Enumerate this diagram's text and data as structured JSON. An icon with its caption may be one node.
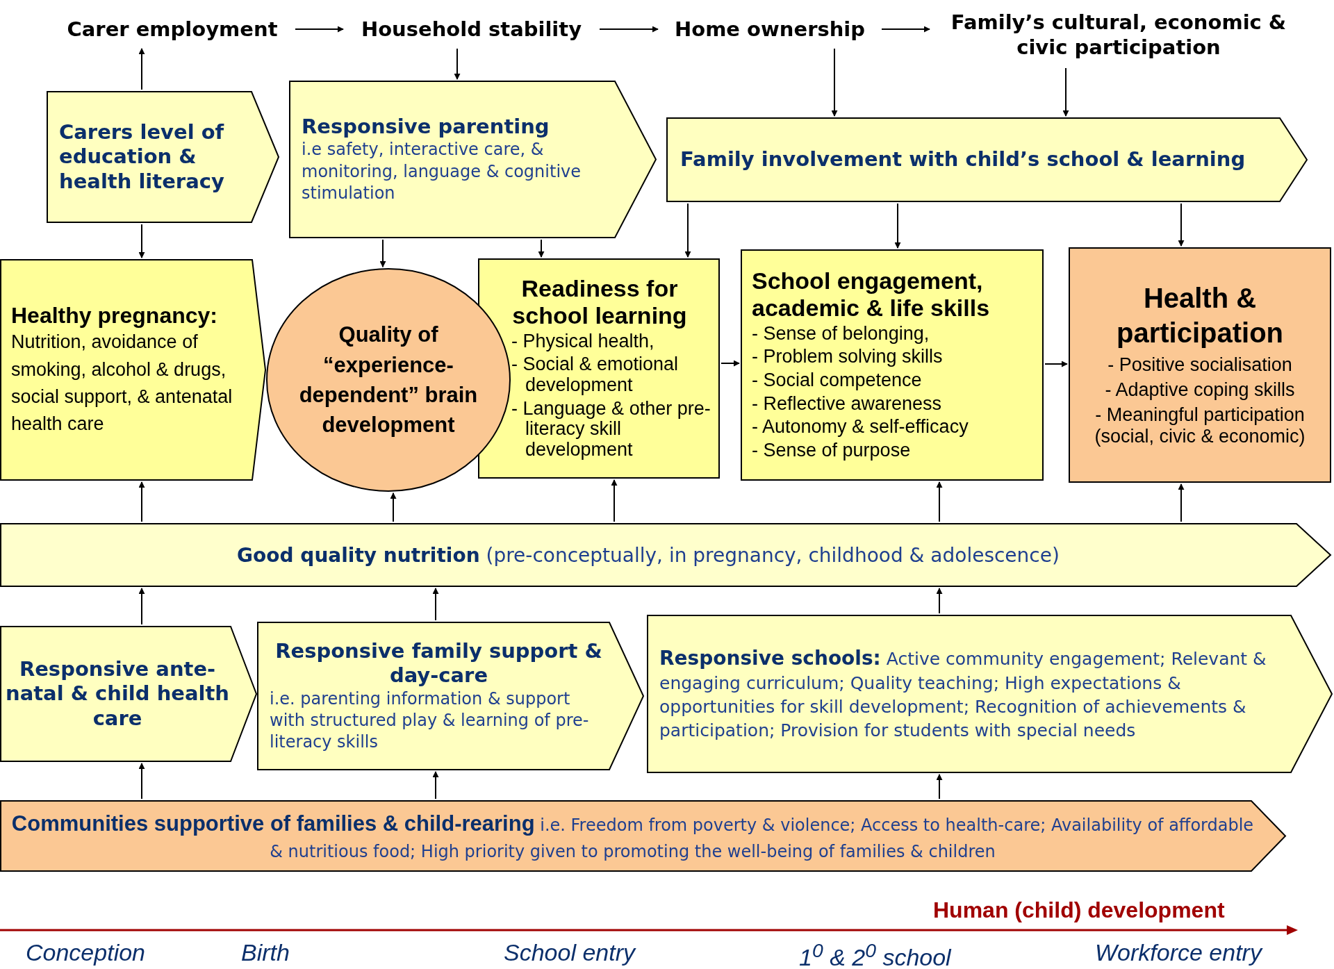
{
  "diagram": {
    "nodes": [
      {
        "text": [
          "Carer employment"
        ]
      },
      {
        "text": [
          "Household stability"
        ]
      },
      {
        "text": [
          "Home ownership"
        ]
      },
      {
        "text": [
          "Family’s cultural, economic & civic participation"
        ]
      },
      {
        "text": [
          "Carers level of education & health literacy"
        ]
      },
      {
        "text": [
          "Responsive parenting",
          "i.e safety, interactive care, & monitoring, language & cognitive stimulation"
        ]
      },
      {
        "text": [
          "Family involvement with child’s school & learning"
        ]
      },
      {
        "text": [
          "**Healthy pregnancy**:",
          "Nutrition, avoidance of smoking, alcohol & drugs, social support, & antenatal health care"
        ]
      },
      {
        "text": [
          "Quality of “experience-dependent” brain development"
        ]
      },
      {
        "text": [
          "Readiness for school learning",
          "- Physical health,",
          "- Social & emotional development",
          "- Language & other pre-literacy skill development"
        ]
      },
      {
        "text": [
          "School engagement, academic & life skills",
          "- Sense of belonging,",
          "- Problem solving skills",
          "- Social competence",
          "- Reflective awareness",
          "- Autonomy & self-efficacy",
          "- Sense of purpose"
        ]
      },
      {
        "text": [
          "Health & participation",
          "- Positive socialisation",
          "- Adaptive coping skills",
          "- Meaningful participation (social, civic & economic)"
        ]
      },
      {
        "text": [
          "**Good quality nutrition** (pre-conceptually, in pregnancy, childhood & adolescence)"
        ]
      },
      {
        "text": [
          "Responsive ante-natal & child health care"
        ]
      },
      {
        "text": [
          "Responsive family support & day-care",
          "i.e. parenting information & support with structured play & learning of pre-literacy skills"
        ]
      },
      {
        "text": [
          "**Responsive schools:** Active community engagement; Relevant & engaging curriculum; Quality teaching; High expectations & opportunities for skill development; Recognition of achievements & participation; Provision for students with special needs"
        ]
      },
      {
        "text": [
          "**Communities supportive of families & child-rearing** i.e. Freedom from poverty & violence; Access to health-care; Availability of affordable & nutritious food; High priority given to promoting the well-being of families & children"
        ]
      }
    ],
    "edges": [
      {
        "from": 0,
        "to": 1,
        "arrow": "to"
      },
      {
        "from": 1,
        "to": 2,
        "arrow": "to"
      },
      {
        "from": 2,
        "to": 3,
        "arrow": "to"
      },
      {
        "from": 4,
        "to": 0,
        "arrow": "to"
      },
      {
        "from": 1,
        "to": 5,
        "arrow": "to"
      },
      {
        "from": 2,
        "to": 6,
        "arrow": "to"
      },
      {
        "from": 3,
        "to": 6,
        "arrow": "to"
      },
      {
        "from": 4,
        "to": 7,
        "arrow": "to"
      },
      {
        "from": 5,
        "to": 8,
        "arrow": "to"
      },
      {
        "from": 5,
        "to": 9,
        "arrow": "to"
      },
      {
        "from": 6,
        "to": 9,
        "arrow": "to"
      },
      {
        "from": 6,
        "to": 10,
        "arrow": "to"
      },
      {
        "from": 6,
        "to": 11,
        "arrow": "to"
      },
      {
        "from": 9,
        "to": 10,
        "arrow": "to"
      },
      {
        "from": 10,
        "to": 11,
        "arrow": "to"
      },
      {
        "from": 12,
        "to": 7,
        "arrow": "to"
      },
      {
        "from": 12,
        "to": 8,
        "arrow": "to"
      },
      {
        "from": 12,
        "to": 9,
        "arrow": "to"
      },
      {
        "from": 12,
        "to": 10,
        "arrow": "to"
      },
      {
        "from": 12,
        "to": 11,
        "arrow": "to"
      },
      {
        "from": 13,
        "to": 12,
        "arrow": "to"
      },
      {
        "from": 14,
        "to": 12,
        "arrow": "to"
      },
      {
        "from": 15,
        "to": 12,
        "arrow": "to"
      },
      {
        "from": 16,
        "to": 13,
        "arrow": "to"
      },
      {
        "from": 16,
        "to": 14,
        "arrow": "to"
      },
      {
        "from": 16,
        "to": 15,
        "arrow": "to"
      }
    ],
    "labels": [
      "Human (child) development",
      "Conception",
      "Birth",
      "School entry",
      "1$^{0}$ & 2$^{0}$ school",
      "Workforce entry"
    ]
  }
}
